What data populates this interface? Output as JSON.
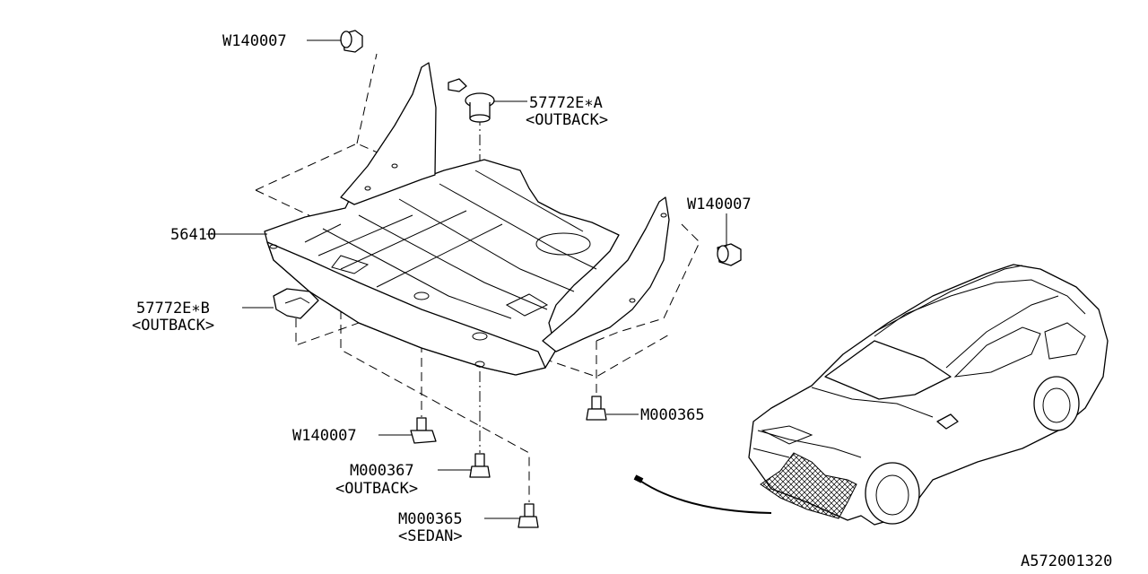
{
  "diagram": {
    "labels": {
      "w140007_top": "W140007",
      "p57772ea": "57772E∗A",
      "p57772ea_variant": "<OUTBACK>",
      "w140007_right": "W140007",
      "p56410": "56410",
      "p57772eb": "57772E∗B",
      "p57772eb_variant": "<OUTBACK>",
      "m000365_right": "M000365",
      "w140007_bottom": "W140007",
      "m000367": "M000367",
      "m000367_variant": "<OUTBACK>",
      "m000365_bottom": "M000365",
      "m000365_bottom_variant": "<SEDAN>"
    },
    "figure_code": "A572001320"
  }
}
